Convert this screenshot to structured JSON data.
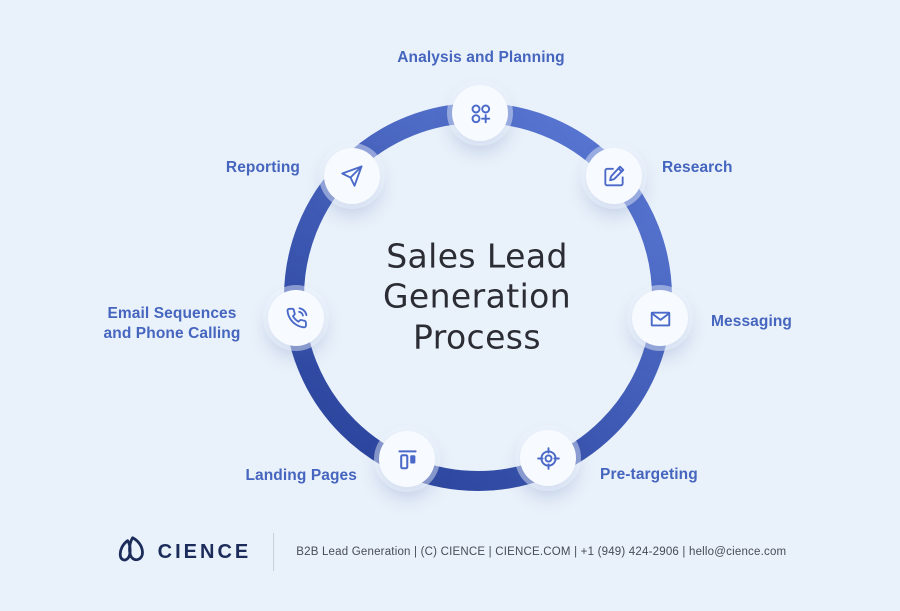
{
  "background_color": "#E9F1FA",
  "diagram": {
    "title_lines": [
      "Sales Lead",
      "Generation",
      "Process"
    ],
    "ring": {
      "gradient_start": "#5A78D4",
      "gradient_end": "#29429A"
    },
    "label_color": "#4565BE",
    "icon_color": "#4A69C8",
    "nodes": [
      {
        "label": "Analysis and Planning",
        "icon": "apps-plus-icon"
      },
      {
        "label": "Research",
        "icon": "edit-icon"
      },
      {
        "label": "Messaging",
        "icon": "envelope-icon"
      },
      {
        "label": "Pre-targeting",
        "icon": "target-icon"
      },
      {
        "label": "Landing Pages",
        "icon": "layout-icon"
      },
      {
        "label": "Email Sequences and Phone Calling",
        "icon": "phone-call-icon"
      },
      {
        "label": "Reporting",
        "icon": "send-icon"
      }
    ]
  },
  "footer": {
    "brand": "CIENCE",
    "brand_color": "#1B2C5B",
    "info": "B2B Lead Generation | (C) CIENCE | CIENCE.COM | +1 (949) 424-2906 | hello@cience.com"
  }
}
